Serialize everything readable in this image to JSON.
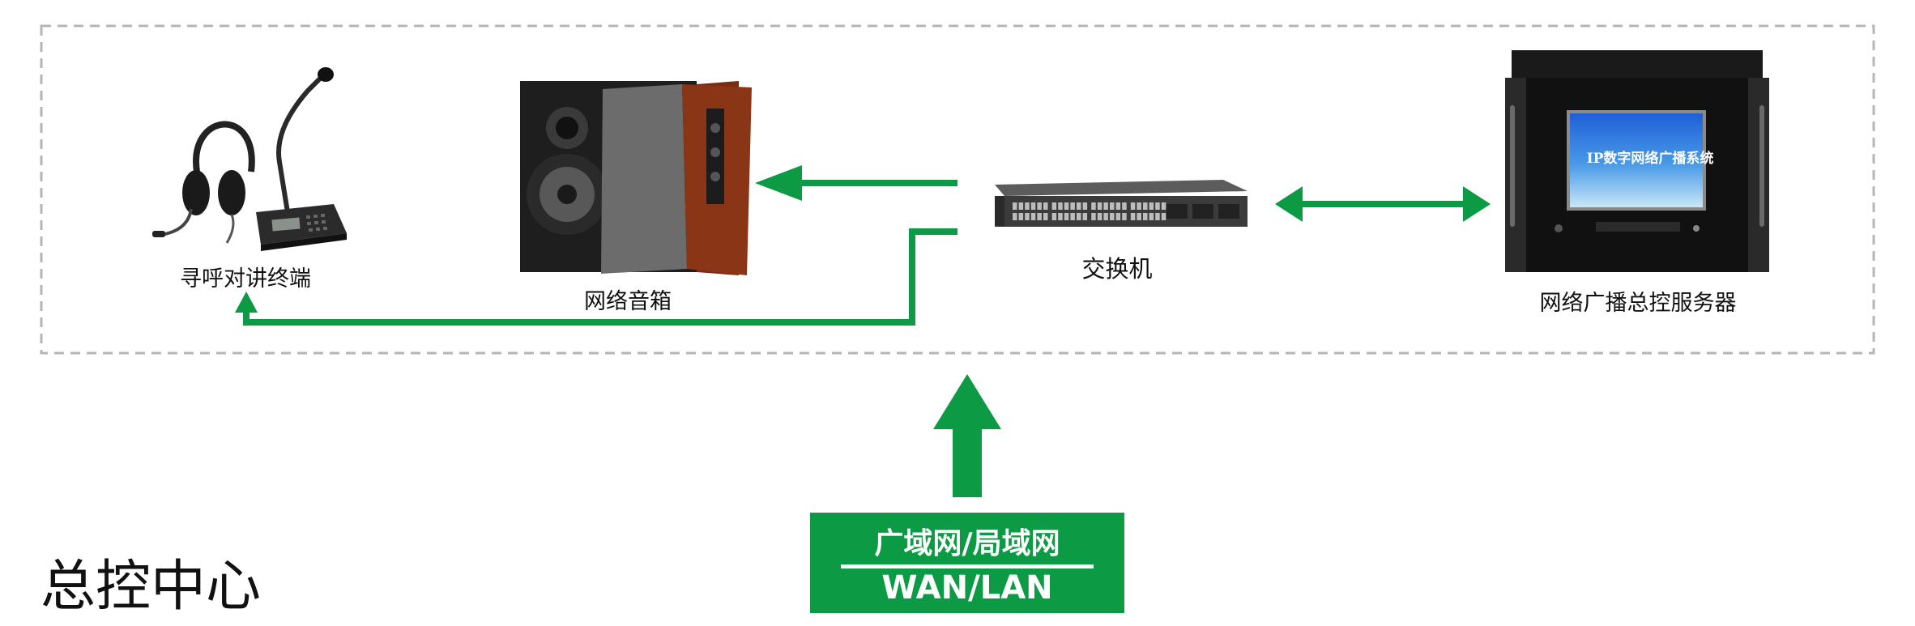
{
  "diagram": {
    "title": "总控中心",
    "nodes": {
      "terminal": {
        "label": "寻呼对讲终端",
        "icon": "paging-intercom-terminal-icon"
      },
      "speaker": {
        "label": "网络音箱",
        "icon": "network-speaker-icon"
      },
      "switch": {
        "label": "交换机",
        "icon": "network-switch-icon"
      },
      "server": {
        "label": "网络广播总控服务器",
        "icon": "broadcast-server-icon",
        "screen_text": "IP数字网络广播系统"
      }
    },
    "network": {
      "label_cn": "广域网/局域网",
      "label_en": "WAN/LAN"
    },
    "colors": {
      "arrow": "#0c9a45",
      "border": "#b5b5b5"
    }
  }
}
